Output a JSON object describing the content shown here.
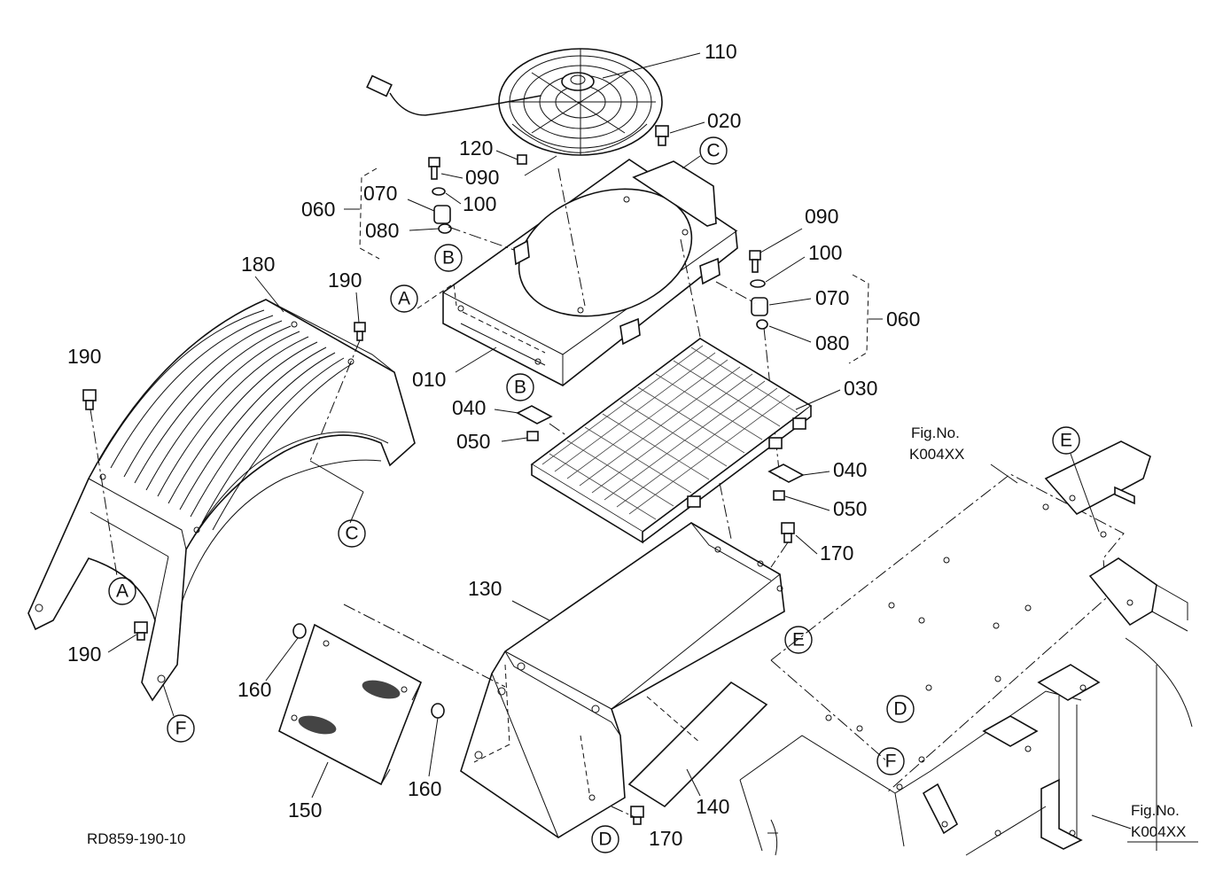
{
  "diagram": {
    "drawing_code": "RD859-190-10",
    "part_numbers": {
      "p110": "110",
      "p020": "020",
      "p120": "120",
      "p090a": "090",
      "p100a": "100",
      "p070a": "070",
      "p080a": "080",
      "p060a": "060",
      "p090b": "090",
      "p100b": "100",
      "p070b": "070",
      "p080b": "080",
      "p060b": "060",
      "p180": "180",
      "p190a": "190",
      "p190b": "190",
      "p190c": "190",
      "p010": "010",
      "p030": "030",
      "p040a": "040",
      "p050a": "050",
      "p040b": "040",
      "p050b": "050",
      "p170a": "170",
      "p170b": "170",
      "p130": "130",
      "p140": "140",
      "p150": "150",
      "p160a": "160",
      "p160b": "160"
    },
    "refs": {
      "A": "A",
      "B": "B",
      "C": "C",
      "D": "D",
      "E": "E",
      "F": "F"
    },
    "fig_refs": {
      "fig1_title": "Fig.No.",
      "fig1_code": "K004XX",
      "fig2_title": "Fig.No.",
      "fig2_code": "K004XX"
    }
  }
}
